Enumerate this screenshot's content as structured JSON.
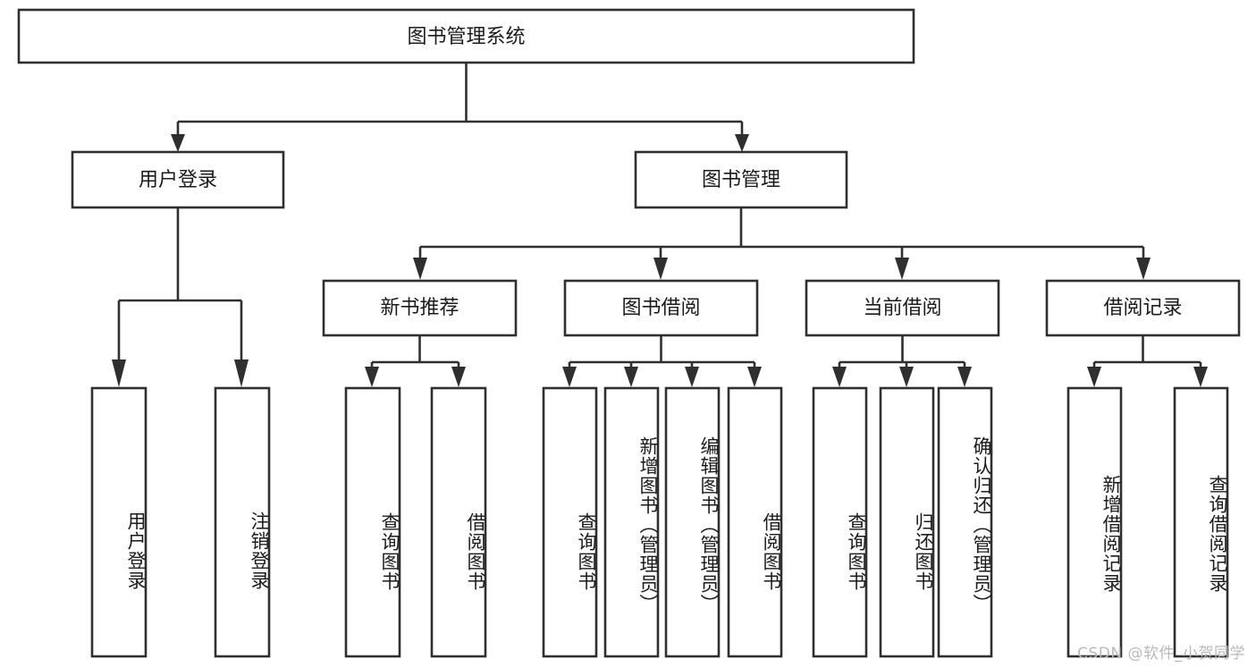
{
  "diagram": {
    "type": "tree-hierarchy",
    "title": "图书管理系统",
    "root": {
      "id": "root",
      "label": "图书管理系统",
      "orientation": "horizontal"
    },
    "level1": [
      {
        "id": "user-login",
        "label": "用户登录",
        "orientation": "horizontal"
      },
      {
        "id": "book-management",
        "label": "图书管理",
        "orientation": "horizontal"
      }
    ],
    "level2": [
      {
        "id": "new-book-recommend",
        "label": "新书推荐",
        "parent": "book-management",
        "orientation": "horizontal"
      },
      {
        "id": "book-borrow",
        "label": "图书借阅",
        "parent": "book-management",
        "orientation": "horizontal"
      },
      {
        "id": "current-borrow",
        "label": "当前借阅",
        "parent": "book-management",
        "orientation": "horizontal"
      },
      {
        "id": "borrow-record",
        "label": "借阅记录",
        "parent": "book-management",
        "orientation": "horizontal"
      }
    ],
    "leaves": [
      {
        "id": "leaf-user-login",
        "label": "用户登录",
        "parent": "user-login",
        "orientation": "vertical"
      },
      {
        "id": "leaf-logout-login",
        "label": "注销登录",
        "parent": "user-login",
        "orientation": "vertical"
      },
      {
        "id": "leaf-query-book-1",
        "label": "查询图书",
        "parent": "new-book-recommend",
        "orientation": "vertical"
      },
      {
        "id": "leaf-borrow-book-1",
        "label": "借阅图书",
        "parent": "new-book-recommend",
        "orientation": "vertical"
      },
      {
        "id": "leaf-query-book-2",
        "label": "查询图书",
        "parent": "book-borrow",
        "orientation": "vertical"
      },
      {
        "id": "leaf-add-book",
        "label": "新增图书（管理员）",
        "parent": "book-borrow",
        "orientation": "vertical"
      },
      {
        "id": "leaf-edit-book",
        "label": "编辑图书（管理员）",
        "parent": "book-borrow",
        "orientation": "vertical"
      },
      {
        "id": "leaf-borrow-book-2",
        "label": "借阅图书",
        "parent": "book-borrow",
        "orientation": "vertical"
      },
      {
        "id": "leaf-query-book-3",
        "label": "查询图书",
        "parent": "current-borrow",
        "orientation": "vertical"
      },
      {
        "id": "leaf-return-book",
        "label": "归还图书",
        "parent": "current-borrow",
        "orientation": "vertical"
      },
      {
        "id": "leaf-confirm-return",
        "label": "确认归还（管理员）",
        "parent": "current-borrow",
        "orientation": "vertical"
      },
      {
        "id": "leaf-add-record",
        "label": "新增借阅记录",
        "parent": "borrow-record",
        "orientation": "vertical"
      },
      {
        "id": "leaf-query-record",
        "label": "查询借阅记录",
        "parent": "borrow-record",
        "orientation": "vertical"
      }
    ],
    "watermark": "CSDN @软件_小贺同学",
    "colors": {
      "stroke": "#2f2f2f",
      "fill": "#ffffff",
      "text": "#1b1b1b",
      "watermark": "#b9b9b9",
      "background": "#ffffff"
    }
  }
}
